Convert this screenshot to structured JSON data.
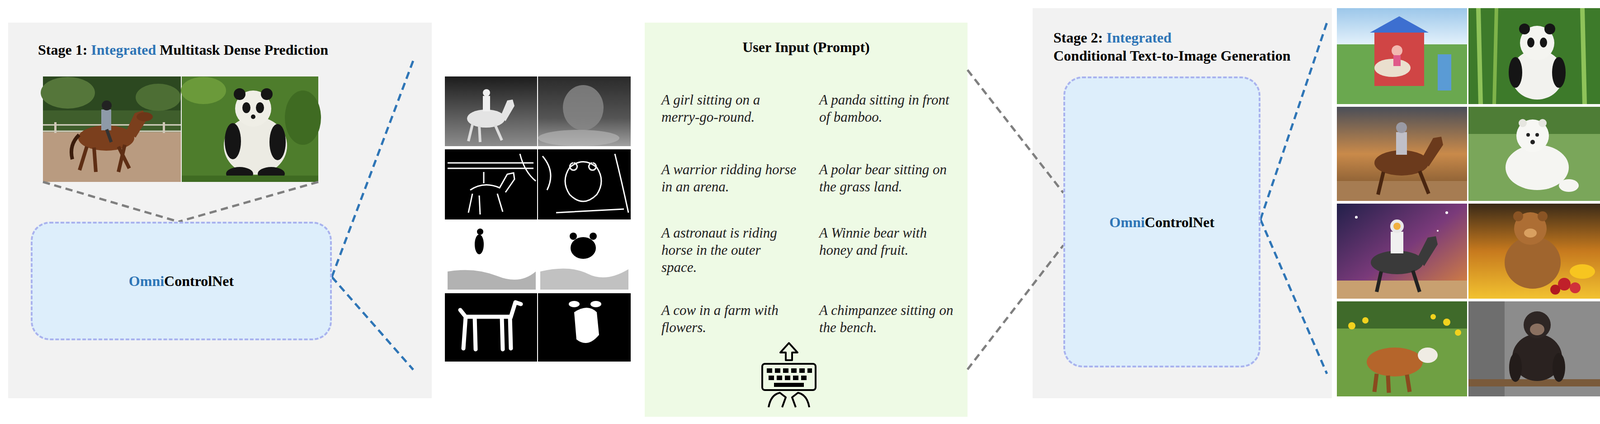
{
  "diagram": {
    "nodes": [
      {
        "text": [
          "Stage 1:",
          "Integrated",
          "Multitask Dense Prediction"
        ]
      },
      {
        "text": [
          "Omni",
          "ControlNet"
        ],
        "in": 0
      },
      {
        "text": [
          "User Input (Prompt)",
          "A girl sitting on a merry-go-round.",
          "A panda sitting in front of bamboo.",
          "A warrior ridding horse in an arena.",
          "A polar bear sitting on the grass land.",
          "A astronaut is riding horse in the outer space.",
          "A Winnie bear with honey and fruit.",
          "A cow in a farm with flowers.",
          "A chimpanzee sitting on the bench."
        ]
      },
      {
        "text": [
          "Stage 2:",
          "Integrated",
          "Conditional Text-to-Image Generation"
        ]
      },
      {
        "text": [
          "Omni",
          "ControlNet"
        ],
        "in": 3
      }
    ],
    "edges": [
      {
        "from": 2,
        "to": 4,
        "arrow": "none"
      }
    ]
  }
}
